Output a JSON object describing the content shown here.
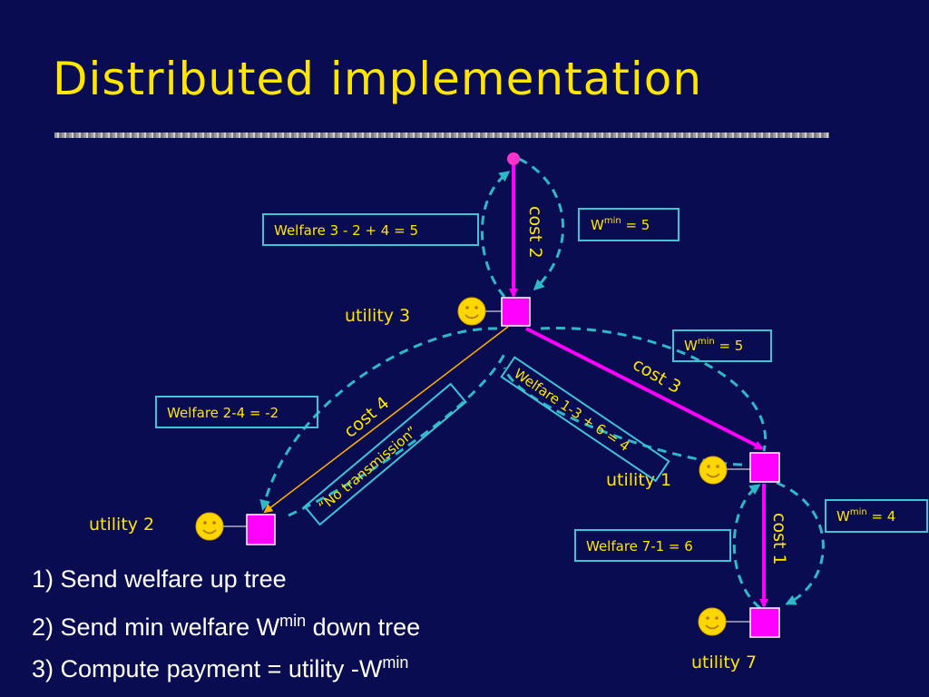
{
  "slide": {
    "title": "Distributed implementation"
  },
  "boxes": {
    "welfare_3": "Welfare 3 - 2 + 4 =  5",
    "welfare_2_4": "Welfare 2-4 = -2",
    "welfare_7_1": "Welfare 7-1 = 6",
    "wmin_top_w": "W",
    "wmin_top_sup": "min",
    "wmin_top_val": "  =  5",
    "wmin_mid_w": "W",
    "wmin_mid_sup": "min",
    "wmin_mid_val": "  =  5",
    "wmin_right_w": "W",
    "wmin_right_sup": "min",
    "wmin_right_val": "  =  4"
  },
  "rotated_labels": {
    "cost_2": "cost 2",
    "cost_3": "cost 3",
    "cost_4": "cost 4",
    "cost_1": "cost 1",
    "welfare_1_3": "Welfare 1-3 + 6 = 4",
    "no_transmission": "“No transmission”"
  },
  "nodes": {
    "utility_3": "utility 3",
    "utility_1": "utility 1",
    "utility_2": "utility 2",
    "utility_7": "utility 7"
  },
  "steps": {
    "step1": "1) Send welfare up tree",
    "step2_pre": "2) Send min welfare W",
    "step2_sup": "min",
    "step2_post": " down tree",
    "step3_pre": "3) Compute payment = utility -W",
    "step3_sup": "min"
  },
  "colors": {
    "background": "#0a0c52",
    "title": "#ffe600",
    "node": "#ff00ff",
    "box_border": "#3fc3d6",
    "dashed": "#2fb8c8",
    "orange_link": "#ffb000",
    "smiley": "#ffd700"
  },
  "icons": {
    "smiley": "smiley-face-icon"
  }
}
